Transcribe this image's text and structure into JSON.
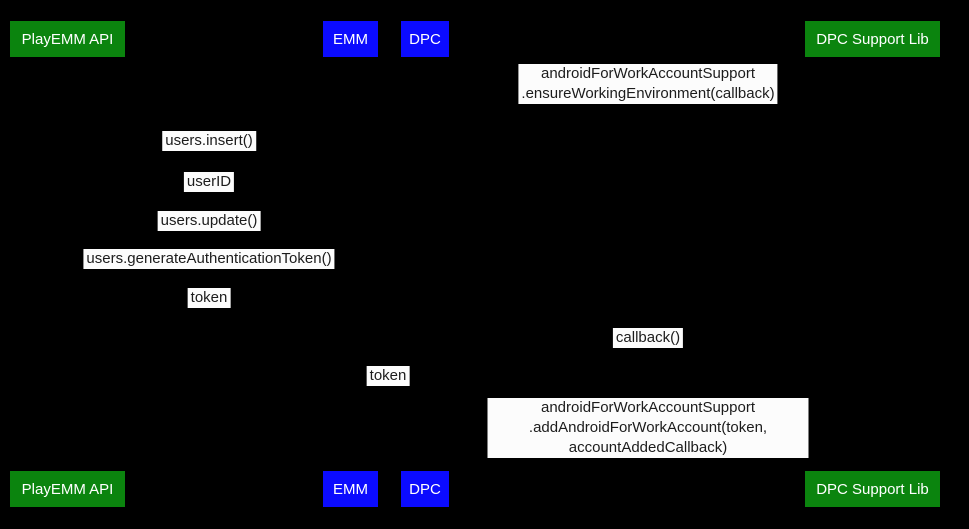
{
  "diagram": {
    "type": "sequence-diagram",
    "background_color": "#000000",
    "colors": {
      "participant_green": "#0b840e",
      "participant_blue": "#0b0bff",
      "message_label_background": "#fcfcfc",
      "message_label_text": "#1c1c1c",
      "participant_text": "#ffffff"
    }
  },
  "participants": [
    {
      "label": "PlayEMM API",
      "color": "green"
    },
    {
      "label": "EMM",
      "color": "blue"
    },
    {
      "label": "DPC",
      "color": "blue"
    },
    {
      "label": "DPC Support Lib",
      "color": "green"
    }
  ],
  "messages": [
    {
      "text": "androidForWorkAccountSupport\n.ensureWorkingEnvironment(callback)"
    },
    {
      "text": "users.insert()"
    },
    {
      "text": "userID"
    },
    {
      "text": "users.update()"
    },
    {
      "text": "users.generateAuthenticationToken()"
    },
    {
      "text": "token"
    },
    {
      "text": "callback()"
    },
    {
      "text": "token"
    },
    {
      "text": "androidForWorkAccountSupport\n.addAndroidForWorkAccount(token, accountAddedCallback)"
    }
  ]
}
